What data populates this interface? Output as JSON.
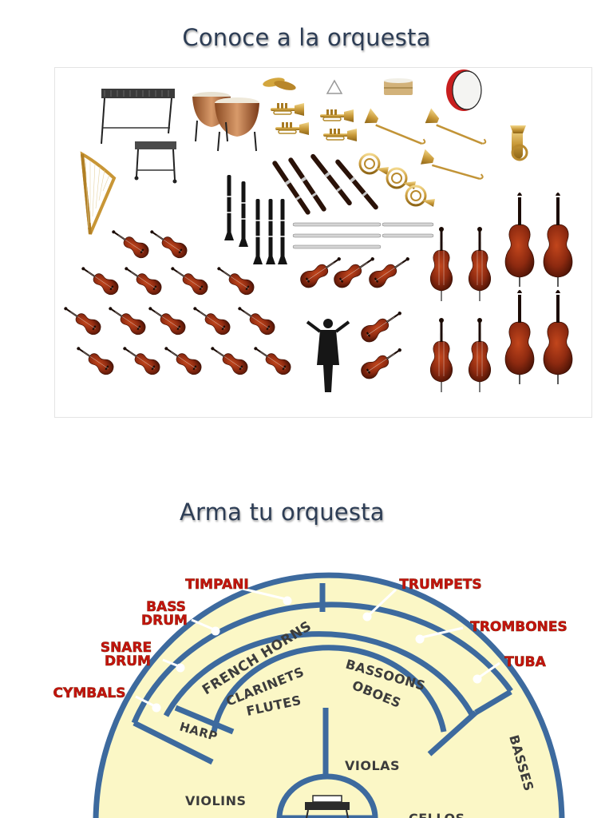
{
  "titles": {
    "meet": "Conoce a la orquesta",
    "build": "Arma tu orquesta"
  },
  "illustration": {
    "groups": [
      "mallet-percussion",
      "timpani",
      "cymbals",
      "triangle",
      "snare-drum",
      "bass-drum",
      "trumpets",
      "trombones",
      "tuba",
      "harp",
      "clarinets",
      "oboes",
      "bassoons",
      "flutes",
      "french-horns",
      "violins",
      "violas",
      "cellos",
      "basses",
      "conductor"
    ]
  },
  "seating_chart": {
    "colors": {
      "fill": "#fbf7c6",
      "border": "#3d6a9e",
      "label_red": "#c2140e"
    },
    "callouts": {
      "timpani": "TIMPANI",
      "bass_drum_1": "BASS",
      "bass_drum_2": "DRUM",
      "snare_drum_1": "SNARE",
      "snare_drum_2": "DRUM",
      "cymbals": "CYMBALS",
      "trumpets": "TRUMPETS",
      "trombones": "TROMBONES",
      "tuba": "TUBA"
    },
    "sections": {
      "french_horns": "FRENCH HORNS",
      "clarinets": "CLARINETS",
      "flutes": "FLUTES",
      "bassoons": "BASSOONS",
      "oboes": "OBOES",
      "harp": "HARP",
      "violas": "VIOLAS",
      "violins": "VIOLINS",
      "basses": "BASSES",
      "cellos": "CELLOS"
    }
  }
}
